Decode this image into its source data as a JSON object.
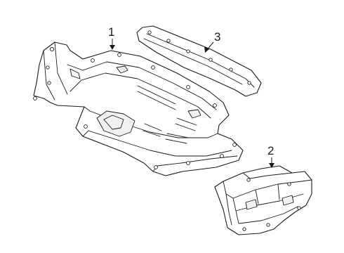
{
  "callouts": {
    "part1": "1",
    "part2": "2",
    "part3": "3"
  },
  "colors": {
    "line": "#1a1a1a",
    "background": "#ffffff"
  }
}
